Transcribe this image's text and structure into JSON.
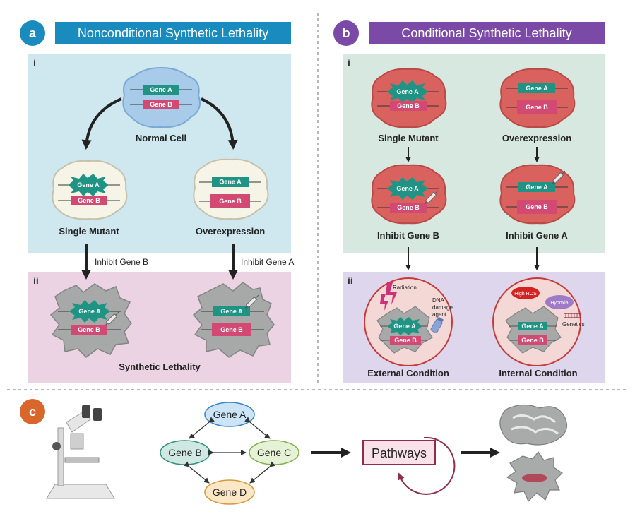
{
  "colors": {
    "panel_a_accent": "#1a8bbf",
    "panel_b_accent": "#7b4aa6",
    "panel_c_accent": "#d9672b",
    "gene_a": "#1f9484",
    "gene_b": "#d24a74",
    "region_i_a": "#cfe7ee",
    "region_ii_a": "#ecd3e3",
    "region_i_b": "#d6e8e0",
    "region_ii_b": "#ddd6ec",
    "red_cell": "#d9625f",
    "dead_cell": "#a7a9a9",
    "pathways": "#8e2e4a"
  },
  "panel_a": {
    "letter": "a",
    "title": "Nonconditional Synthetic Lethality",
    "section_i": "i",
    "section_ii": "ii",
    "normal_cell": "Normal Cell",
    "single_mutant": "Single Mutant",
    "overexpression": "Overexpression",
    "inhibit_gene_b": "Inhibit Gene B",
    "inhibit_gene_a": "Inhibit Gene A",
    "synthetic_lethality": "Synthetic Lethality"
  },
  "panel_b": {
    "letter": "b",
    "title": "Conditional Synthetic Lethality",
    "section_i": "i",
    "section_ii": "ii",
    "single_mutant": "Single Mutant",
    "overexpression": "Overexpression",
    "inhibit_gene_b": "Inhibit Gene B",
    "inhibit_gene_a": "Inhibit Gene A",
    "radiation": "Radiation",
    "dna_damage_line1": "DNA",
    "dna_damage_line2": "damage",
    "dna_damage_line3": "agent",
    "high_ros": "High ROS",
    "hypoxia": "Hypoxia",
    "genetics": "Genetics",
    "external_condition": "External Condition",
    "internal_condition": "Internal Condition"
  },
  "panel_c": {
    "letter": "c",
    "gene_a": "Gene A",
    "gene_b": "Gene B",
    "gene_c": "Gene C",
    "gene_d": "Gene D",
    "pathways": "Pathways"
  },
  "genes": {
    "a": "Gene A",
    "b": "Gene B"
  }
}
